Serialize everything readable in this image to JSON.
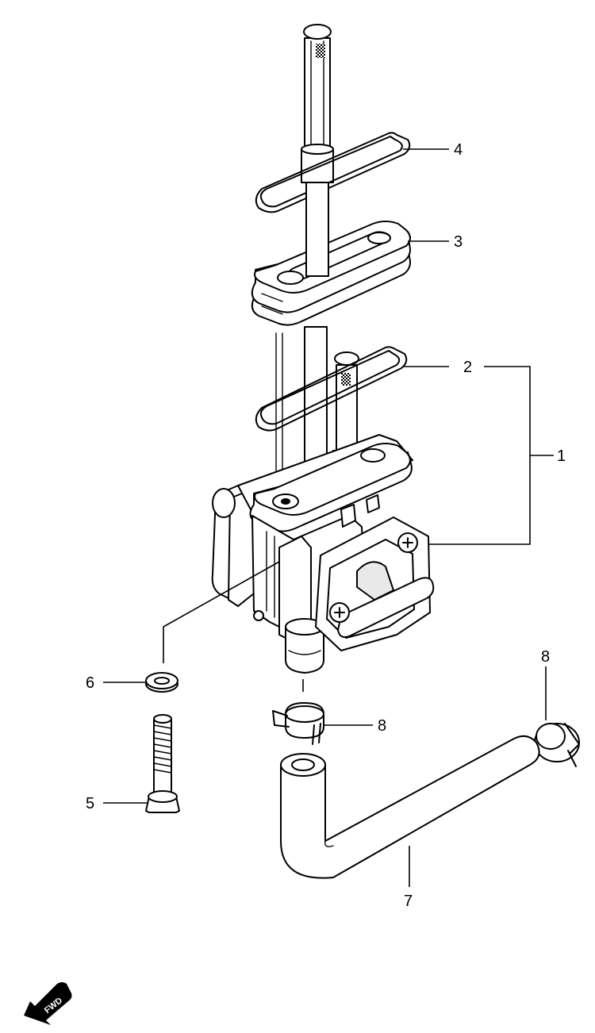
{
  "callouts": [
    {
      "id": "1",
      "text": "1"
    },
    {
      "id": "2",
      "text": "2"
    },
    {
      "id": "3",
      "text": "3"
    },
    {
      "id": "4",
      "text": "4"
    },
    {
      "id": "5",
      "text": "5"
    },
    {
      "id": "6",
      "text": "6"
    },
    {
      "id": "7",
      "text": "7"
    },
    {
      "id": "8a",
      "text": "8"
    },
    {
      "id": "8b",
      "text": "8"
    }
  ],
  "direction_badge": {
    "text": "FWD"
  }
}
